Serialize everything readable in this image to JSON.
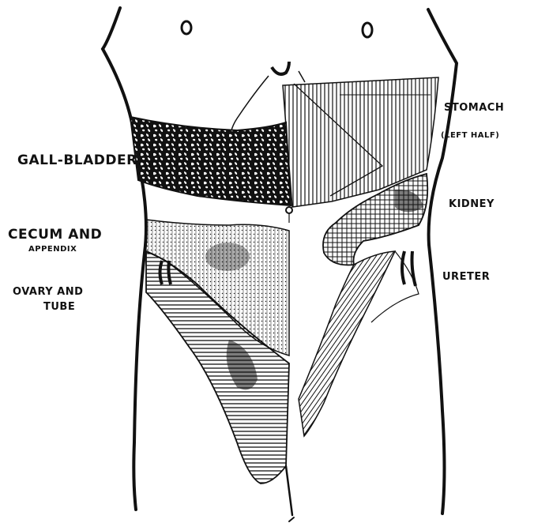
{
  "diagram": {
    "colors": {
      "ink": "#111111",
      "paper": "#ffffff"
    },
    "labels": {
      "stomach": "STOMACH",
      "stomach_sub": "(LEFT HALF)",
      "gall_bladder": "GALL-BLADDER",
      "kidney": "KIDNEY",
      "cecum": "CECUM AND",
      "appendix": "APPENDIX",
      "ureter": "URETER",
      "ovary": "OVARY AND",
      "tube": "TUBE"
    }
  }
}
